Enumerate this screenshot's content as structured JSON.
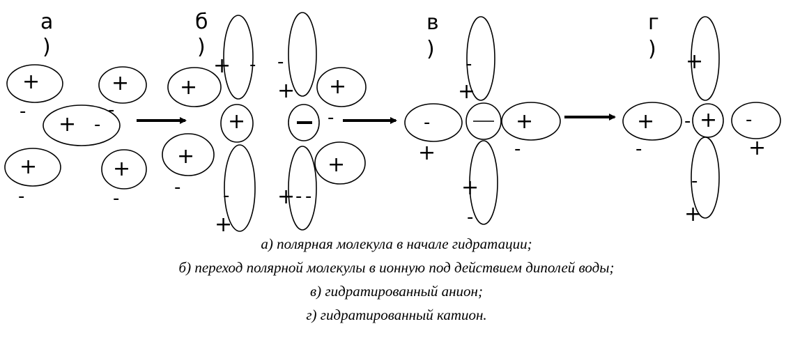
{
  "panels": [
    {
      "letter": "а",
      "paren": ")"
    },
    {
      "letter": "б",
      "paren": ")"
    },
    {
      "letter": "в",
      "paren": ")"
    },
    {
      "letter": "г",
      "paren": ")"
    }
  ],
  "signs": {
    "plus": "+",
    "minus": "-",
    "minus_in_circle": "—"
  },
  "captions": [
    "а) полярная молекула в начале гидратации;",
    "б) переход полярной молекулы в ионную под действием диполей воды;",
    "в) гидратированный анион;",
    "г) гидратированный катион."
  ]
}
